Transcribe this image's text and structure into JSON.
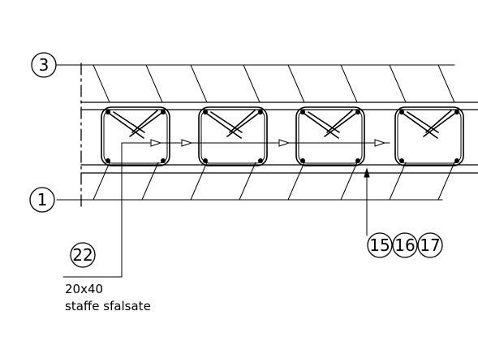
{
  "callouts": {
    "top": "3",
    "bottom": "1",
    "stirrup_mark": "22",
    "mark_a": "15",
    "mark_b": "16",
    "mark_c": "17"
  },
  "note": {
    "spacing": "20x40",
    "description": "staffe sfalsate"
  }
}
